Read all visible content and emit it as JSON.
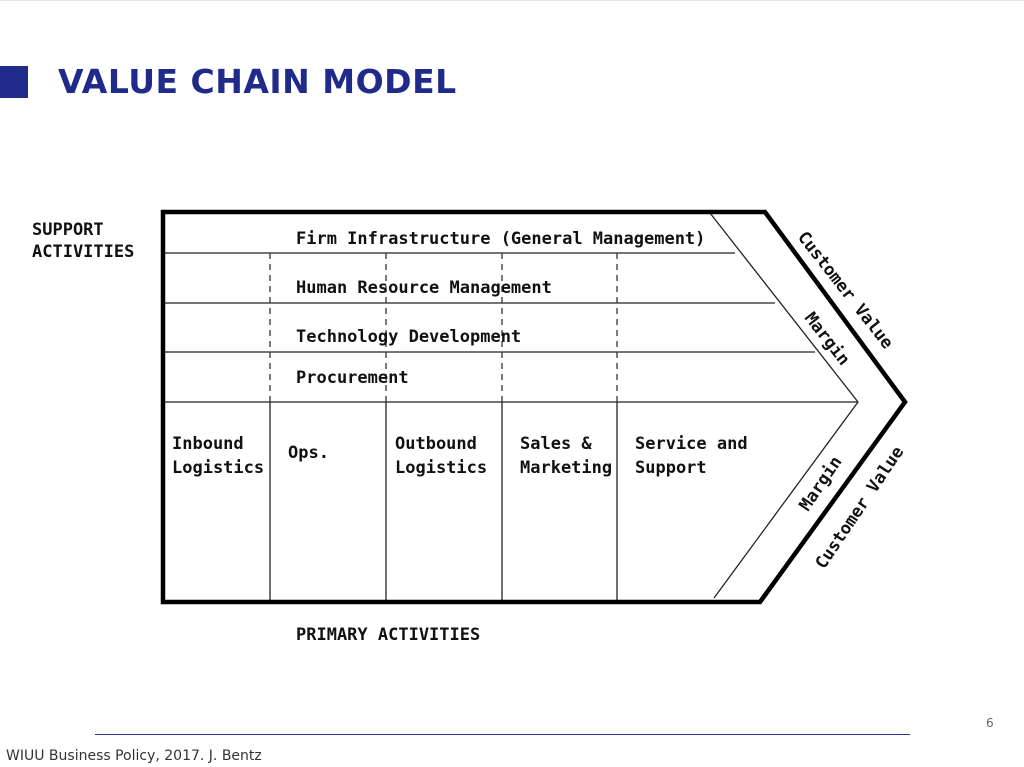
{
  "slide": {
    "title": "VALUE CHAIN MODEL",
    "page_number": "6",
    "footer": "WIUU Business Policy, 2017. J. Bentz"
  },
  "diagram": {
    "support_label": [
      "SUPPORT",
      "ACTIVITIES"
    ],
    "support_activities": [
      "Firm Infrastructure (General Management)",
      "Human Resource Management",
      "Technology Development",
      "Procurement"
    ],
    "primary_activities": [
      [
        "Inbound",
        "Logistics"
      ],
      [
        "Ops."
      ],
      [
        "Outbound",
        "Logistics"
      ],
      [
        "Sales &",
        "Marketing"
      ],
      [
        "Service and",
        "Support"
      ]
    ],
    "primary_label": "PRIMARY ACTIVITIES",
    "margin_label": "Margin",
    "customer_value_label": "Customer Value"
  }
}
